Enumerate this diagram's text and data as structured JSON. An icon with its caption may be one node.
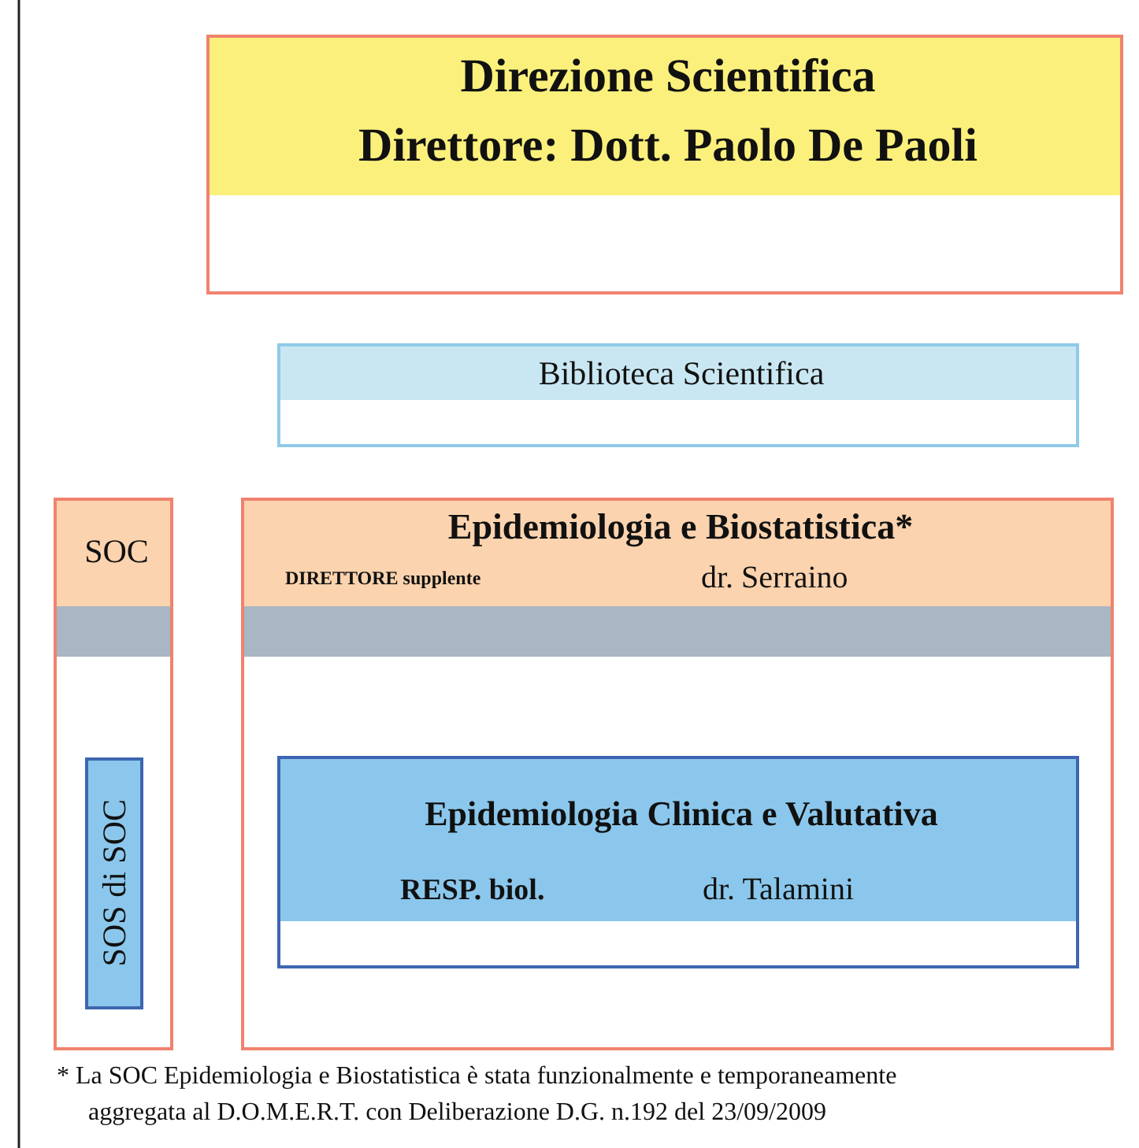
{
  "diagram": {
    "nodes": [
      {
        "text": [
          "Direzione Scientifica",
          "Direttore: Dott. Paolo De Paoli"
        ]
      },
      {
        "text": [
          "Biblioteca Scientifica"
        ]
      },
      {
        "text": [
          "SOC"
        ]
      },
      {
        "text": [
          "SOS di SOC"
        ],
        "in": 2
      },
      {
        "text": [
          "Epidemiologia e Biostatistica*",
          "DIRETTORE supplente",
          "dr. Serraino"
        ]
      },
      {
        "text": [
          "Epidemiologia Clinica e Valutativa",
          "RESP. biol.",
          "dr. Talamini"
        ],
        "in": 4
      }
    ],
    "edges": [],
    "labels": [
      "* La SOC Epidemiologia e Biostatistica è stata funzionalmente e temporaneamente aggregata al D.O.M.E.R.T. con Deliberazione D.G. n.192 del 23/09/2009"
    ]
  }
}
